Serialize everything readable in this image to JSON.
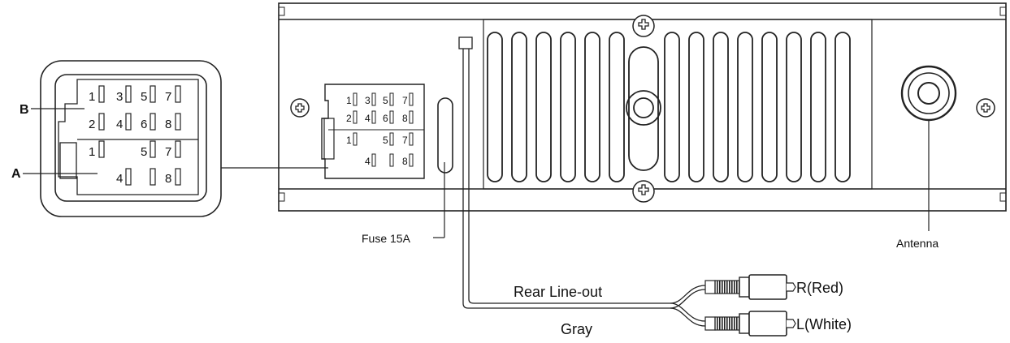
{
  "connector": {
    "label_b": "B",
    "label_a": "A",
    "b_pins": [
      "1",
      "3",
      "5",
      "7",
      "2",
      "4",
      "6",
      "8"
    ],
    "a_pins": [
      "1",
      "5",
      "7",
      "4",
      "8"
    ]
  },
  "labels": {
    "fuse": "Fuse 15A",
    "antenna": "Antenna",
    "rear_line_out": "Rear Line-out",
    "gray": "Gray",
    "red": "R(Red)",
    "white": "L(White)"
  }
}
